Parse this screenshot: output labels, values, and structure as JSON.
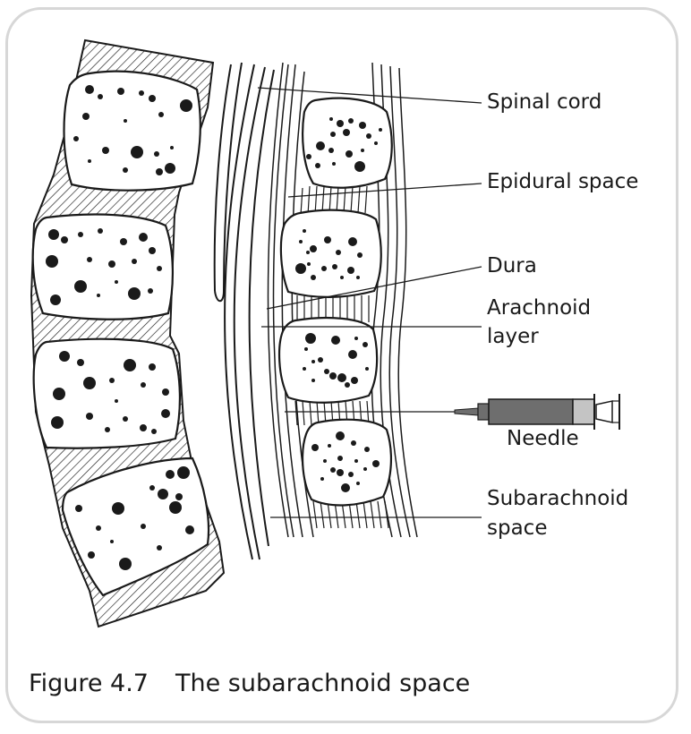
{
  "labels": {
    "spinal_cord": "Spinal cord",
    "epidural_space": "Epidural space",
    "dura": "Dura",
    "arachnoid_line1": "Arachnoid",
    "arachnoid_line2": "layer",
    "needle": "Needle",
    "subarachnoid_line1": "Subarachnoid",
    "subarachnoid_line2": "space"
  },
  "caption": {
    "number": "Figure 4.7",
    "title": "The subarachnoid space"
  },
  "colors": {
    "ink": "#1a1a1a",
    "frame": "#d7d7d7",
    "syringe_barrel": "#6e6e6e",
    "syringe_plunger": "#c4c4c4"
  }
}
